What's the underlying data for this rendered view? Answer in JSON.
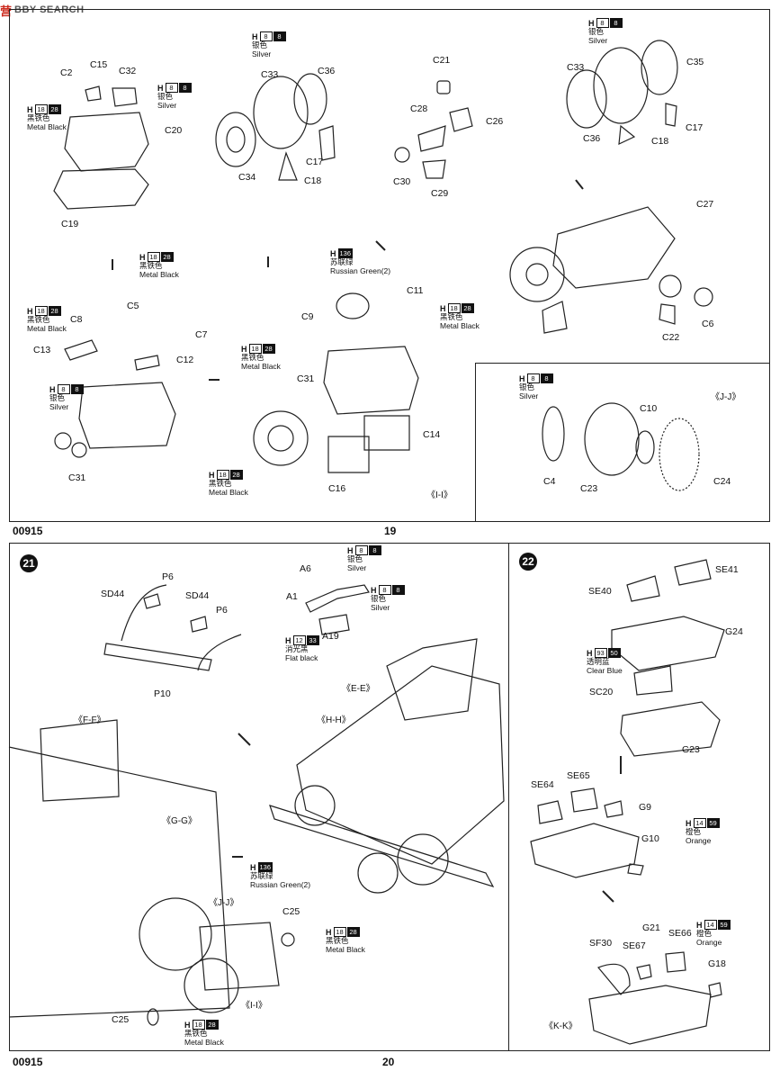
{
  "header": {
    "logo_text": "营",
    "site_text": "BBY SEARCH"
  },
  "footer": {
    "code_top": "00915",
    "page_top": "19",
    "code_bottom": "00915",
    "page_bottom": "20"
  },
  "paints": {
    "metal_black": {
      "h": "H",
      "code": "18",
      "code2": "28",
      "cn": "黑铁色",
      "en": "Metal  Black"
    },
    "silver": {
      "h": "H",
      "code": "8",
      "code2": "8",
      "cn": "银色",
      "en": "Silver"
    },
    "russian_green": {
      "h": "H",
      "code": "",
      "code2": "136",
      "cn": "苏联绿",
      "en": "Russian Green(2)"
    },
    "flat_black": {
      "h": "H",
      "code": "12",
      "code2": "33",
      "cn": "消光黑",
      "en": "Flat black"
    },
    "clear_blue": {
      "h": "H",
      "code": "93",
      "code2": "50",
      "cn": "透明蓝",
      "en": "Clear Blue"
    },
    "orange": {
      "h": "H",
      "code": "14",
      "code2": "59",
      "cn": "橙色",
      "en": "Orange"
    }
  },
  "top": {
    "a": {
      "parts": [
        "C2",
        "C15",
        "C32",
        "C20",
        "C19"
      ]
    },
    "b": {
      "parts": [
        "C33",
        "C36",
        "C34",
        "C17",
        "C18"
      ]
    },
    "c": {
      "parts": [
        "C21",
        "C28",
        "C26",
        "C30",
        "C29"
      ]
    },
    "d": {
      "parts": [
        "C33",
        "C35",
        "C36",
        "C17",
        "C18"
      ]
    },
    "e": {
      "parts": [
        "C8",
        "C5",
        "C7",
        "C13",
        "C12",
        "C31"
      ]
    },
    "f": {
      "parts": [
        "C9",
        "C11",
        "C31",
        "C14",
        "C16"
      ],
      "sub": "《I-I》"
    },
    "g": {
      "parts": [
        "C27",
        "C22",
        "C6"
      ]
    },
    "jj": {
      "parts": [
        "C10",
        "C4",
        "C23",
        "C24"
      ],
      "sub": "《J-J》"
    }
  },
  "step21": {
    "num": "21",
    "parts": [
      "SD44",
      "P6",
      "SD44",
      "P6",
      "P10",
      "A6",
      "A1",
      "A19",
      "C25",
      "C25"
    ],
    "subs": [
      "《E-E》",
      "《F-F》",
      "《H-H》",
      "《G-G》",
      "《J-J》",
      "《I-I》"
    ]
  },
  "step22": {
    "num": "22",
    "parts": [
      "SE41",
      "SE40",
      "G24",
      "SC20",
      "G23",
      "SE64",
      "SE65",
      "G9",
      "G10",
      "SF30",
      "G21",
      "SE67",
      "SE66",
      "G18"
    ],
    "sub": "《K-K》"
  }
}
